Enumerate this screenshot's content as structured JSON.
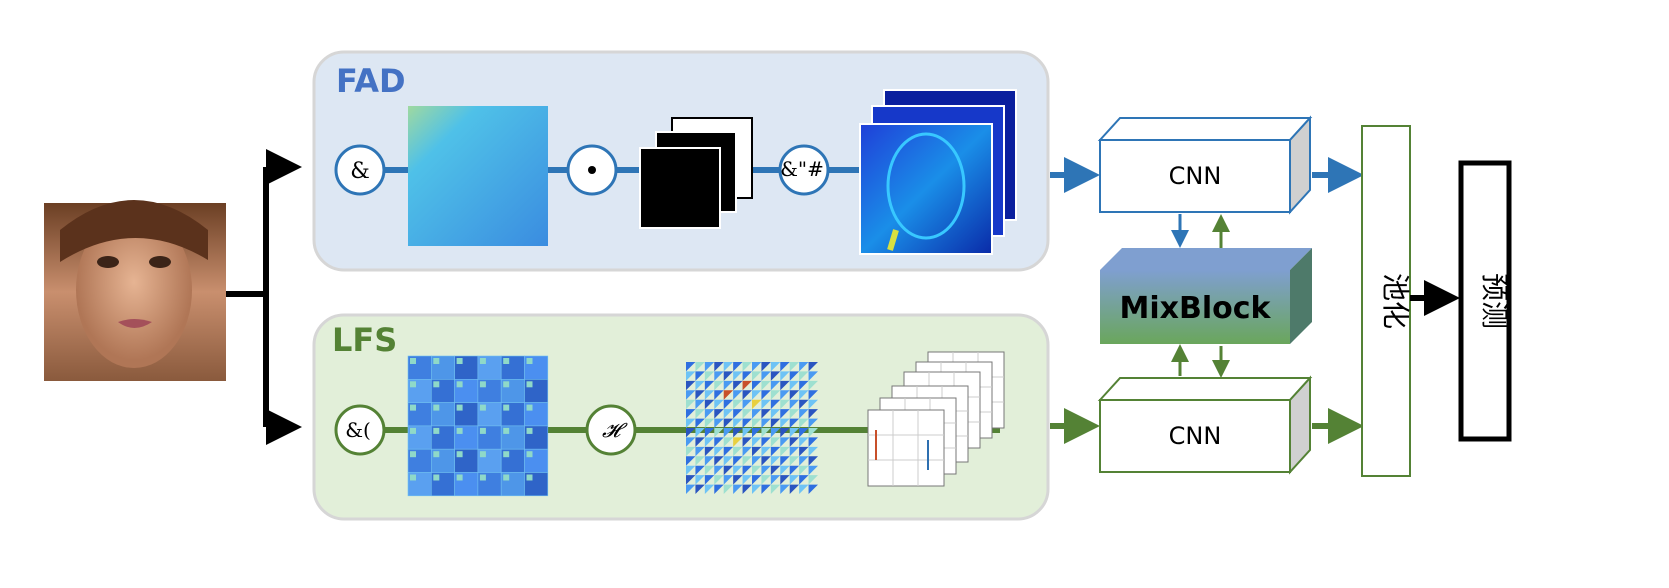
{
  "fad": {
    "title": "FAD",
    "op1": "&",
    "op2": "&\"#",
    "color": "#4472c4",
    "panel": "#dde7f3"
  },
  "lfs": {
    "title": "LFS",
    "op1": "&(",
    "op2": "𝓗",
    "color": "#548235",
    "panel": "#e2efd9"
  },
  "cnn_top": "CNN",
  "cnn_bottom": "CNN",
  "mixblock": "MixBlock",
  "pool": "池化",
  "predict": "预测"
}
